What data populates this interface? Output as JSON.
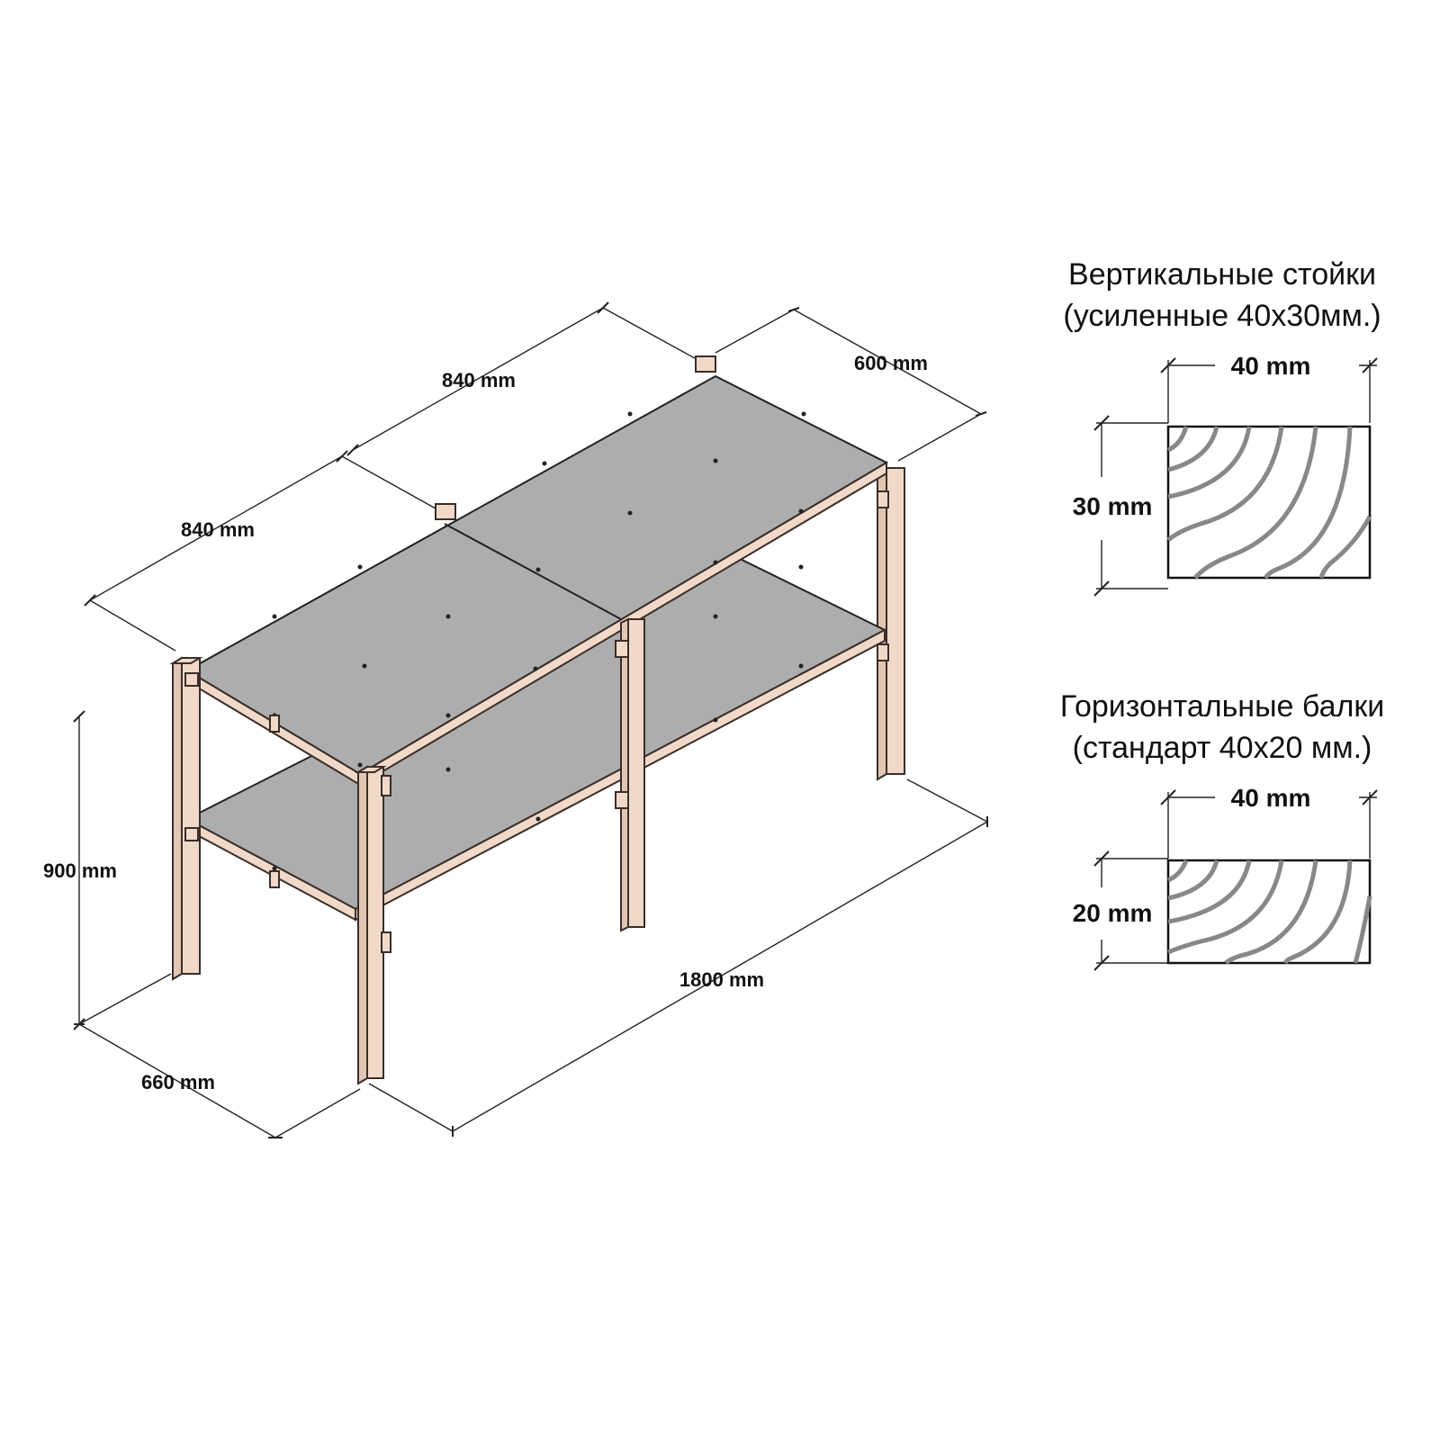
{
  "dimensions": {
    "top_left_span": "840 mm",
    "top_right_span": "840 mm",
    "top_depth": "600 mm",
    "height": "900 mm",
    "bottom_depth": "660 mm",
    "length": "1800 mm"
  },
  "legend_posts": {
    "title_line1": "Вертикальные стойки",
    "title_line2": "(усиленные 40х30мм.)",
    "width_label": "40 mm",
    "height_label": "30 mm"
  },
  "legend_beams": {
    "title_line1": "Горизонтальные балки",
    "title_line2": "(стандарт 40х20 мм.)",
    "width_label": "40 mm",
    "height_label": "20 mm"
  },
  "colors": {
    "wood": "#f1d9c9",
    "shelf": "#adadad",
    "line": "#222222"
  }
}
